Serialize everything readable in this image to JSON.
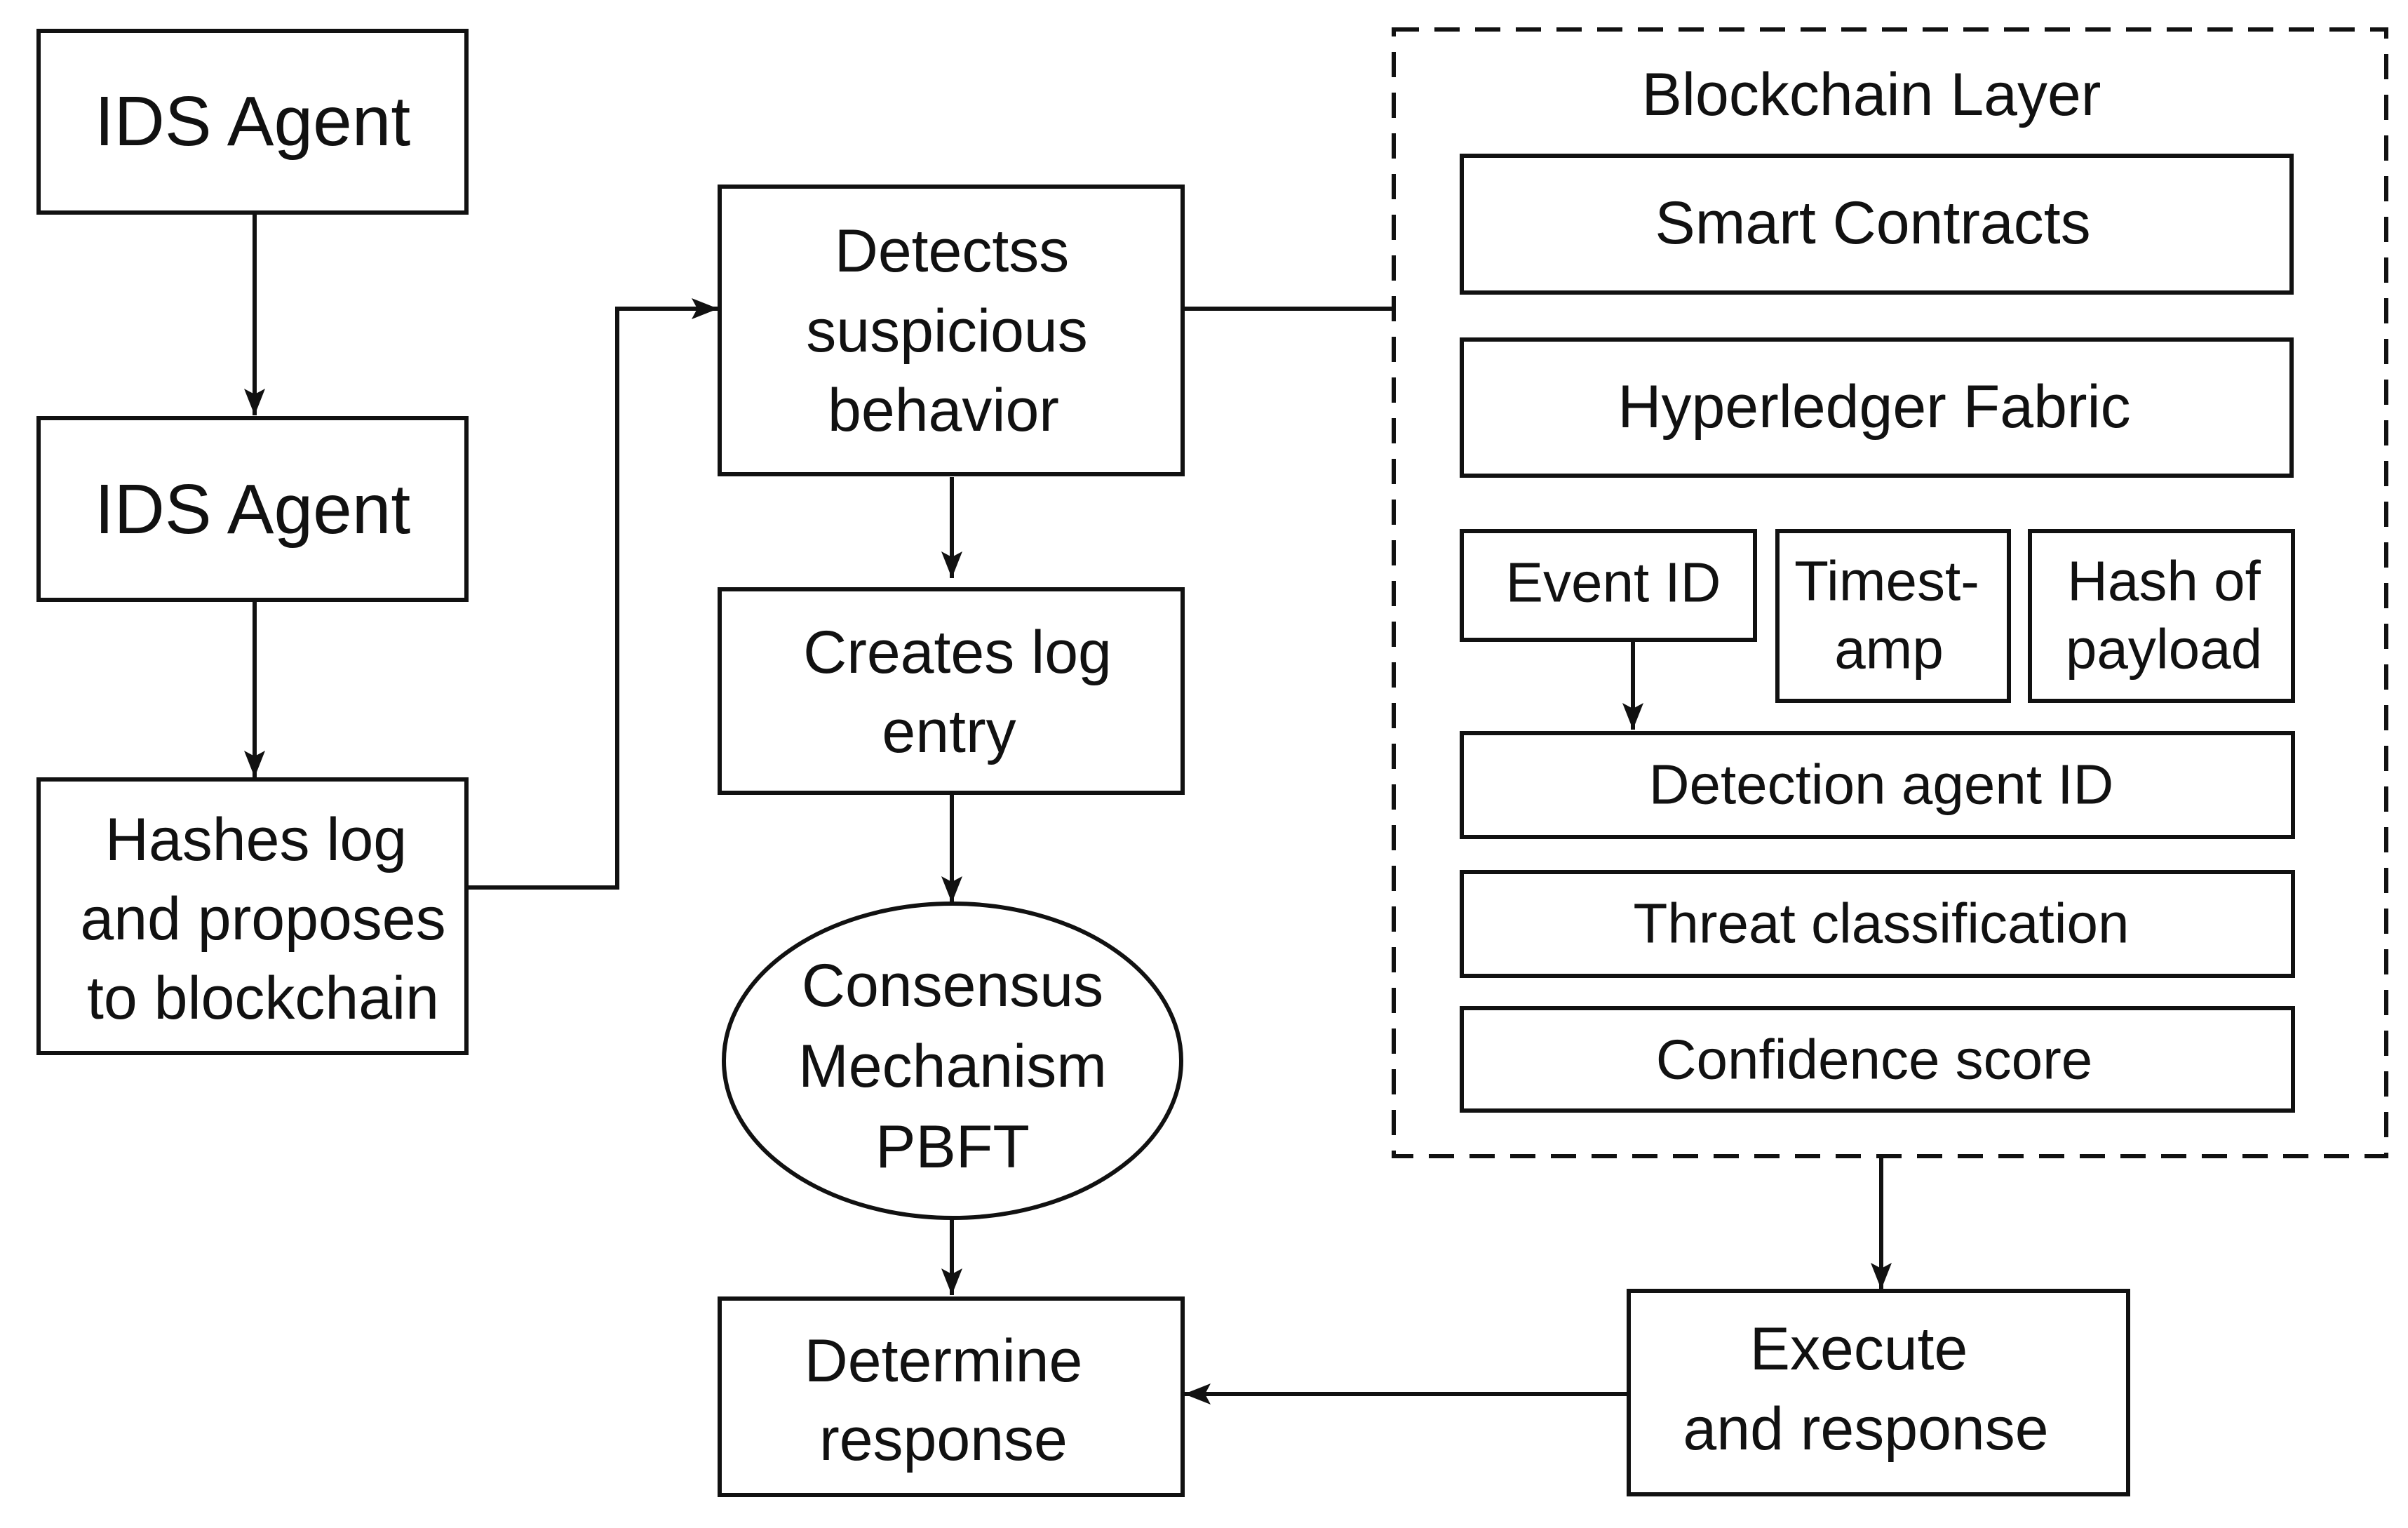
{
  "diagram": {
    "ids_agent_1": "IDS Agent",
    "ids_agent_2": "IDS Agent",
    "hashes_log": [
      "Hashes log",
      "and proposes",
      "to blockchain"
    ],
    "detects": [
      "Detectss",
      "suspicious",
      "behavior"
    ],
    "creates_log": [
      "Creates log",
      "entry"
    ],
    "consensus": [
      "Consensus",
      "Mechanism",
      "PBFT"
    ],
    "determine": [
      "Determine",
      "response"
    ],
    "execute": [
      "Execute",
      "and response"
    ],
    "blockchain_layer": {
      "title": "Blockchain Layer",
      "smart_contracts": "Smart Contracts",
      "hyperledger": "Hyperledger Fabric",
      "event_id": "Event ID",
      "timestamp": [
        "Timest-",
        "amp"
      ],
      "hash_payload": [
        "Hash of",
        "payload"
      ],
      "detection_agent": "Detection agent ID",
      "threat_class": "Threat classification",
      "confidence": "Confidence score"
    }
  }
}
